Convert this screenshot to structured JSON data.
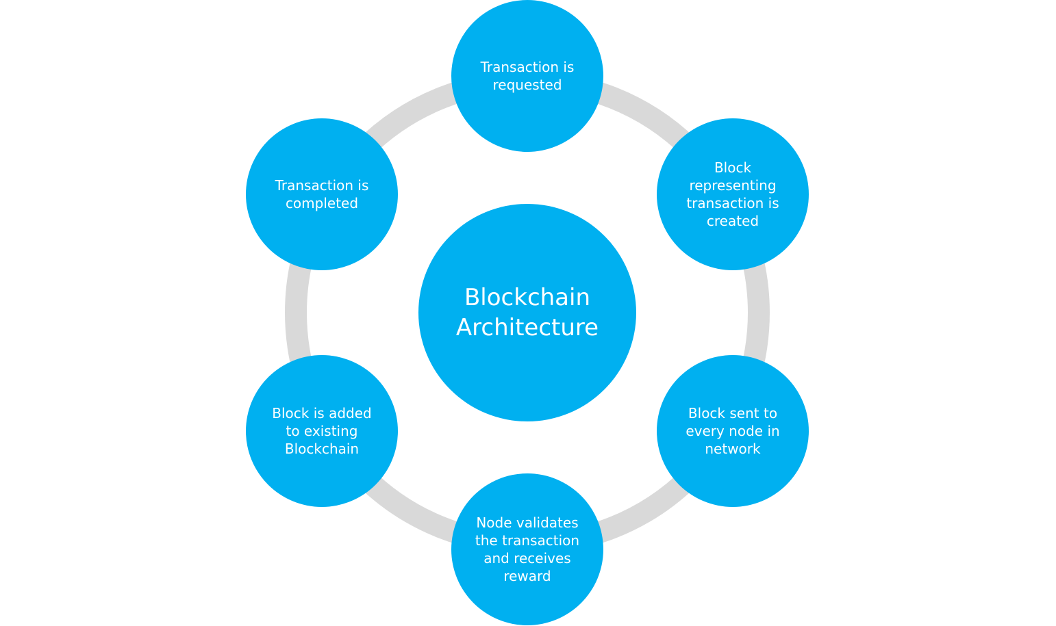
{
  "diagram": {
    "ring_color": "#d9d9d9",
    "node_color": "#00b0f0",
    "text_color": "#ffffff",
    "center": {
      "label": "Blockchain\nArchitecture"
    },
    "steps": [
      {
        "label": "Transaction is\nrequested"
      },
      {
        "label": "Block\nrepresenting\ntransaction is\ncreated"
      },
      {
        "label": "Block sent to\nevery node in\nnetwork"
      },
      {
        "label": "Node validates\nthe transaction\nand receives\nreward"
      },
      {
        "label": "Block is added\nto existing\nBlockchain"
      },
      {
        "label": "Transaction is\ncompleted"
      }
    ]
  }
}
